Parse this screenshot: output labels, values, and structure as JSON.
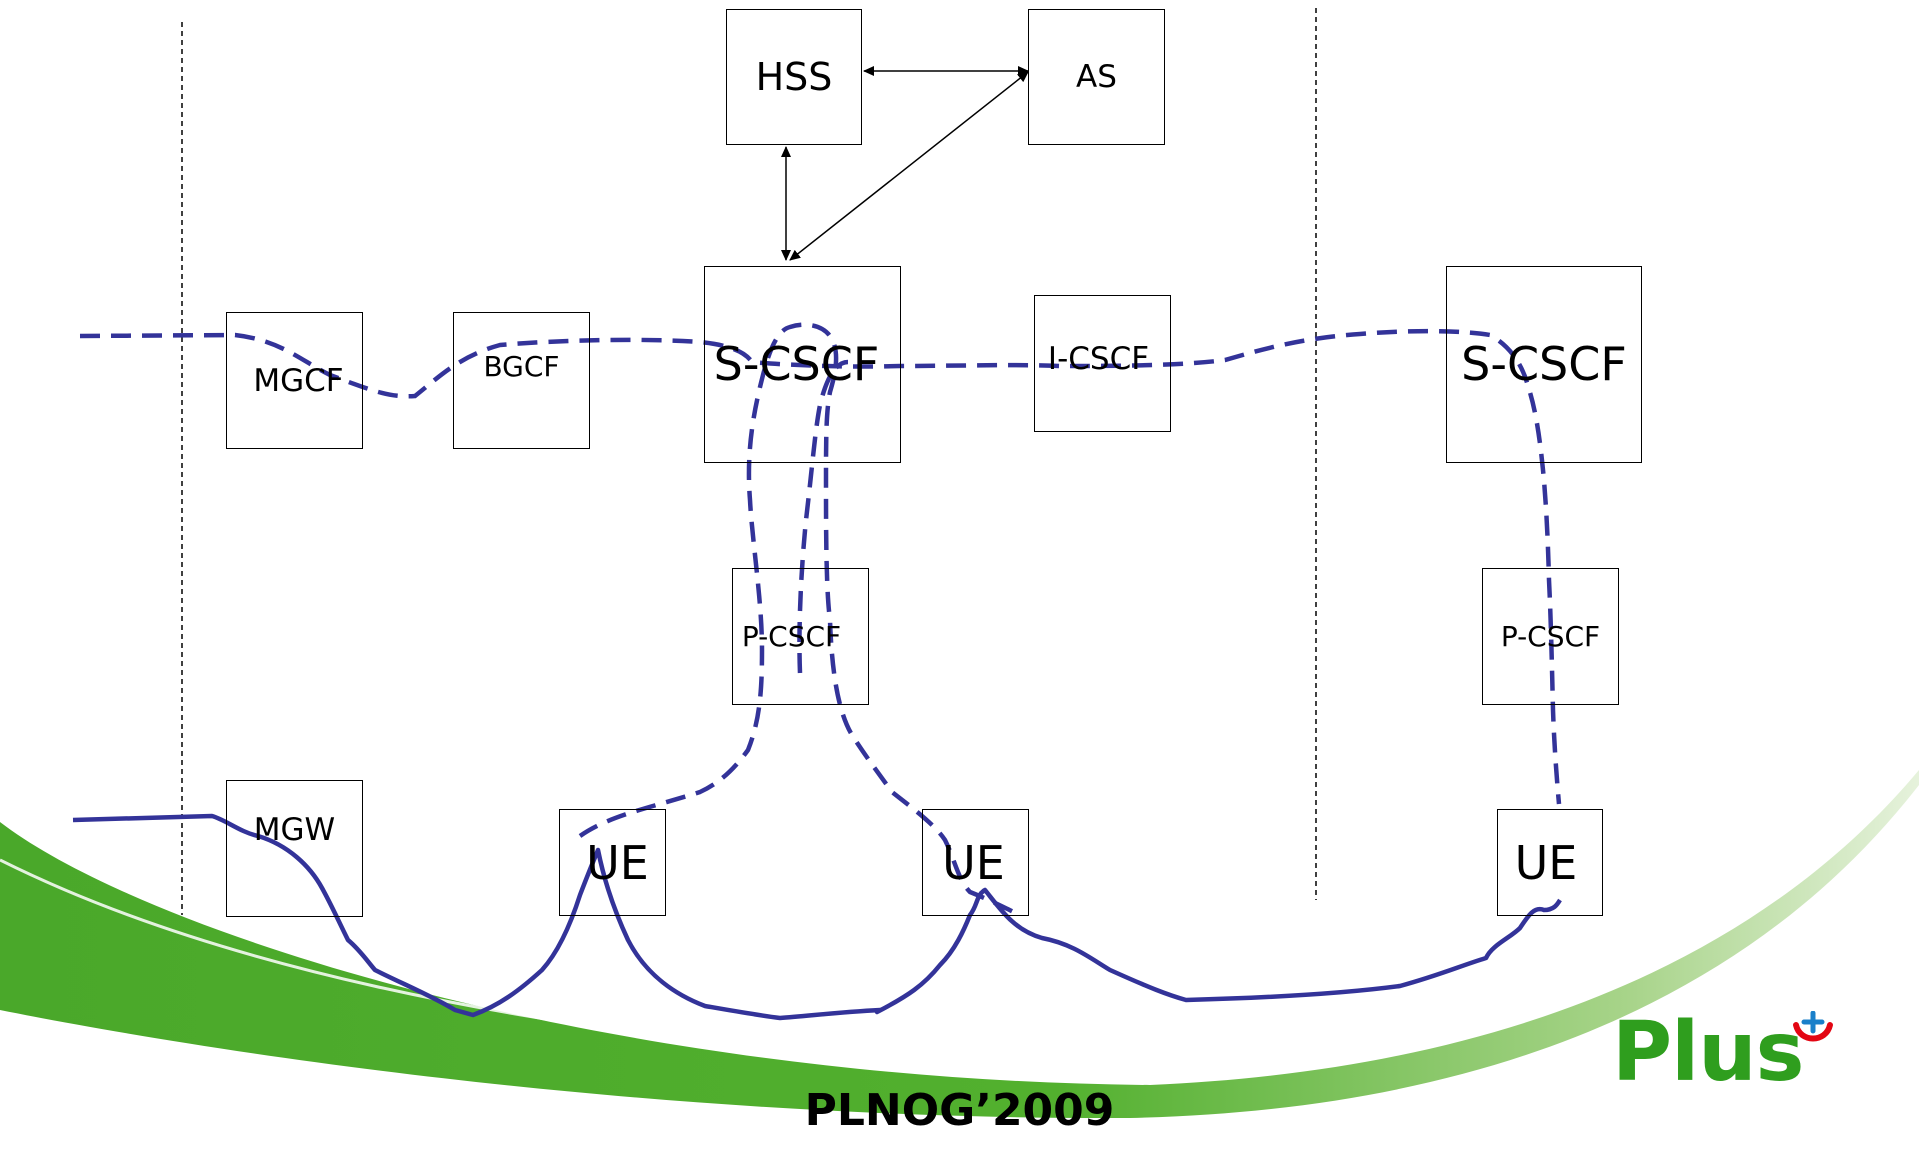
{
  "nodes": {
    "hss": "HSS",
    "as": "AS",
    "scscf_home": "S-CSCF",
    "mgcf": "MGCF",
    "bgcf": "BGCF",
    "icscf": "I-CSCF",
    "scscf_remote": "S-CSCF",
    "pcscf_home": "P-CSCF",
    "pcscf_remote": "P-CSCF",
    "mgw": "MGW",
    "ue_1": "UE",
    "ue_2": "UE",
    "ue_3": "UE"
  },
  "footer": "PLNOG’2009",
  "logo": {
    "text": "Plus"
  },
  "colors": {
    "path": "#333399",
    "swoosh": "#4aa82a",
    "logo": "#2f9e1e"
  }
}
